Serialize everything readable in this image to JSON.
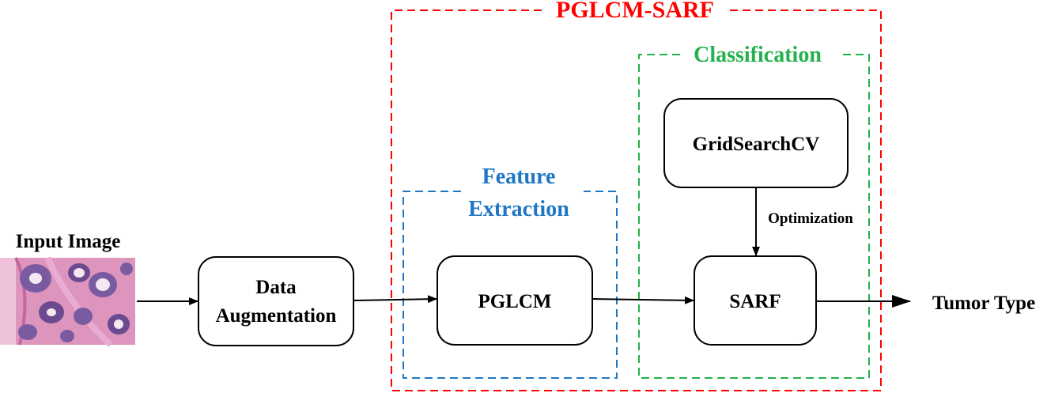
{
  "input": {
    "title": "Input Image",
    "tissue_color": "#d98fb8",
    "gland_color": "#6b4a8f"
  },
  "outer_group": {
    "title": "PGLCM-SARF",
    "color": "#ff0000"
  },
  "feature_group": {
    "title_line1": "Feature",
    "title_line2": "Extraction",
    "color": "#1f77c4"
  },
  "classification_group": {
    "title": "Classification",
    "color": "#22b14c"
  },
  "nodes": {
    "augmentation": {
      "line1": "Data",
      "line2": "Augmentation"
    },
    "pglcm": {
      "label": "PGLCM"
    },
    "gridsearch": {
      "label": "GridSearchCV"
    },
    "sarf": {
      "label": "SARF"
    }
  },
  "edges": {
    "optimization": {
      "label": "Optimization"
    }
  },
  "output": {
    "label": "Tumor Type"
  }
}
